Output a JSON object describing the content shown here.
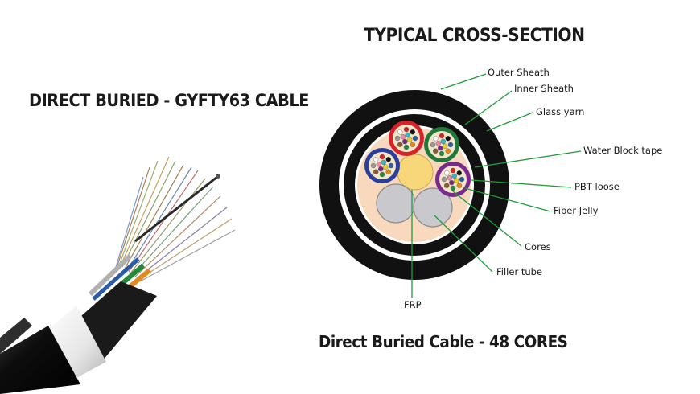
{
  "titles": {
    "left": "DIRECT BURIED - GYFTY63 CABLE",
    "cross_section": "TYPICAL CROSS-SECTION",
    "bottom": "Direct Buried Cable - 48 CORES"
  },
  "labels": {
    "outer_sheath": "Outer Sheath",
    "inner_sheath": "Inner Sheath",
    "glass_yarn": "Glass yarn",
    "water_block_tape": "Water Block tape",
    "pbt_loose": "PBT loose",
    "fiber_jelly": "Fiber Jelly",
    "cores": "Cores",
    "filler_tube": "Filler tube",
    "frp": "FRP"
  },
  "colors": {
    "sheath": "#111111",
    "leader": "#1e9e3a",
    "interior": "#f8d9be",
    "frp": "#f7d77a",
    "filler": "#c9c9cd",
    "tube_red": "#d8212a",
    "tube_green": "#1f7a3a",
    "tube_blue": "#2a3e9c",
    "tube_purple": "#7a2a8c"
  },
  "icons": {
    "cable_photo": "fiber-cable-illustration"
  }
}
